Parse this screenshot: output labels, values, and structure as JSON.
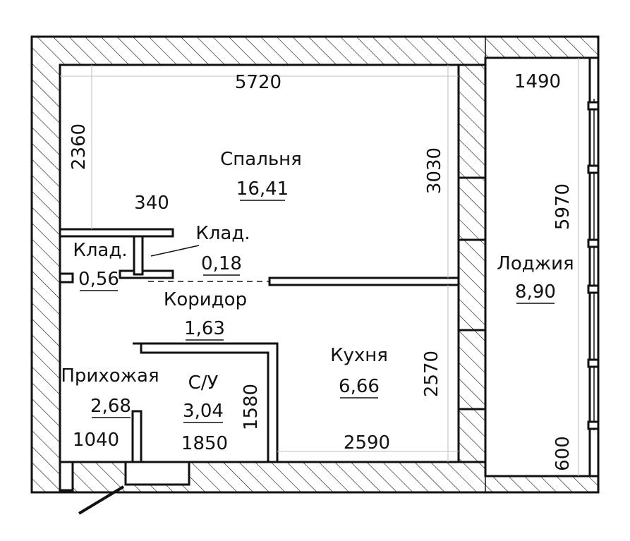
{
  "rooms": {
    "bedroom": {
      "name": "Спальня",
      "area": "16,41"
    },
    "closet_small": {
      "name": "Клад.",
      "area": "0,18"
    },
    "closet_left": {
      "name": "Клад.",
      "area": "0,56"
    },
    "corridor": {
      "name": "Коридор",
      "area": "1,63"
    },
    "bathroom": {
      "name": "С/У",
      "area": "3,04"
    },
    "kitchen": {
      "name": "Кухня",
      "area": "6,66"
    },
    "hallway": {
      "name": "Прихожая",
      "area": "2,68"
    },
    "loggia": {
      "name": "Лоджия",
      "area": "8,90"
    }
  },
  "dimensions": {
    "bedroom_width": "5720",
    "bedroom_left_height": "2360",
    "bedroom_right_height": "3030",
    "closet_width": "340",
    "loggia_width": "1490",
    "loggia_length": "5970",
    "loggia_bottom": "600",
    "kitchen_height": "2570",
    "kitchen_width": "2590",
    "bathroom_width": "1850",
    "bathroom_height": "1580",
    "hallway_width": "1040"
  },
  "colors": {
    "line": "#111111",
    "hatch": "#111111",
    "background": "#ffffff"
  }
}
